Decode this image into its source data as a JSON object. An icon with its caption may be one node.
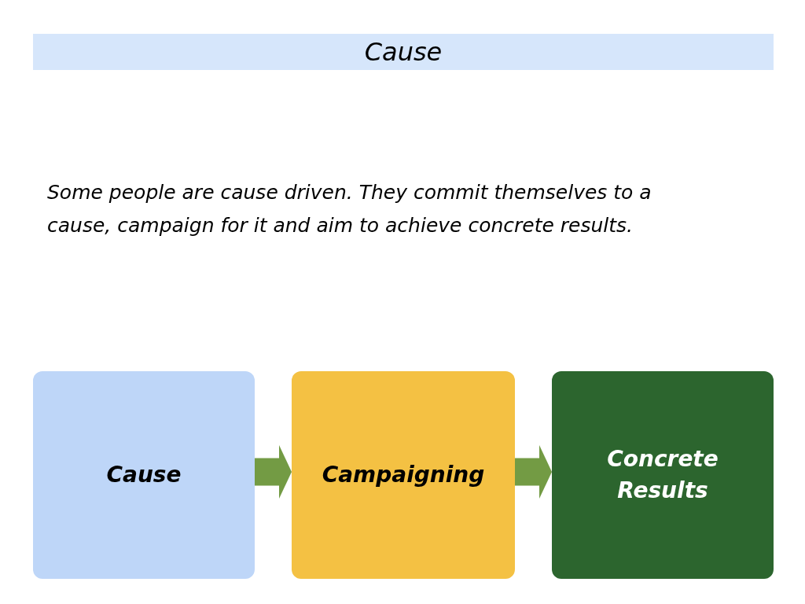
{
  "diagram": {
    "title": "Cause",
    "nodes": [
      {
        "text": [
          "Cause"
        ]
      },
      {
        "text": [
          "Campaigning"
        ]
      },
      {
        "text": [
          "Concrete Results"
        ]
      }
    ],
    "edges": [
      {
        "from": 0,
        "to": 1,
        "arrow": "to"
      },
      {
        "from": 1,
        "to": 2,
        "arrow": "to"
      }
    ],
    "labels": [
      "Some people are cause driven. They commit themselves to a cause, campaign for it and aim to achieve concrete results."
    ]
  }
}
